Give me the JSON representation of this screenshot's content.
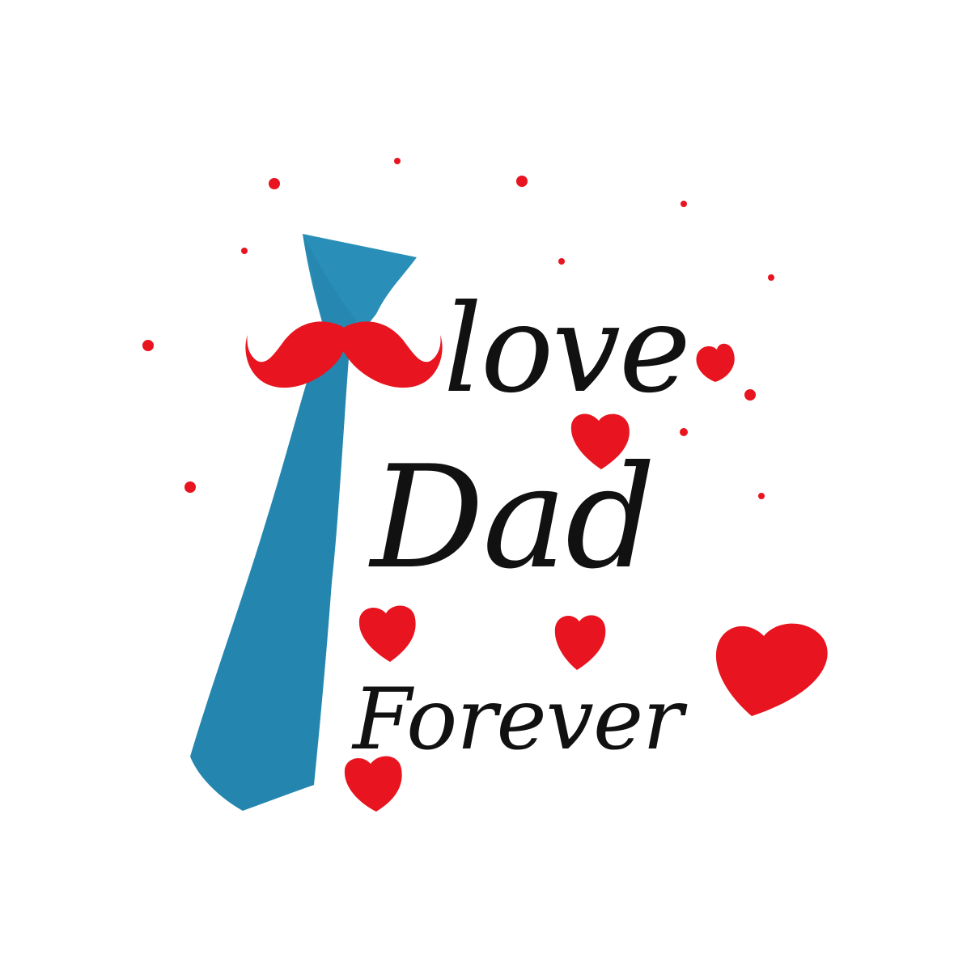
{
  "lettering": {
    "line1": "love",
    "line2": "Dad",
    "line3": "Forever"
  },
  "colors": {
    "background": "#ffffff",
    "tie": "#2889b0",
    "tie_knot": "#2a8fb8",
    "mustache": "#e8141f",
    "heart": "#e8141f",
    "dot": "#e8141f",
    "text": "#111111"
  },
  "icons": {
    "tie": "necktie-icon",
    "mustache": "mustache-icon",
    "heart": "heart-icon",
    "dot": "confetti-dot"
  }
}
